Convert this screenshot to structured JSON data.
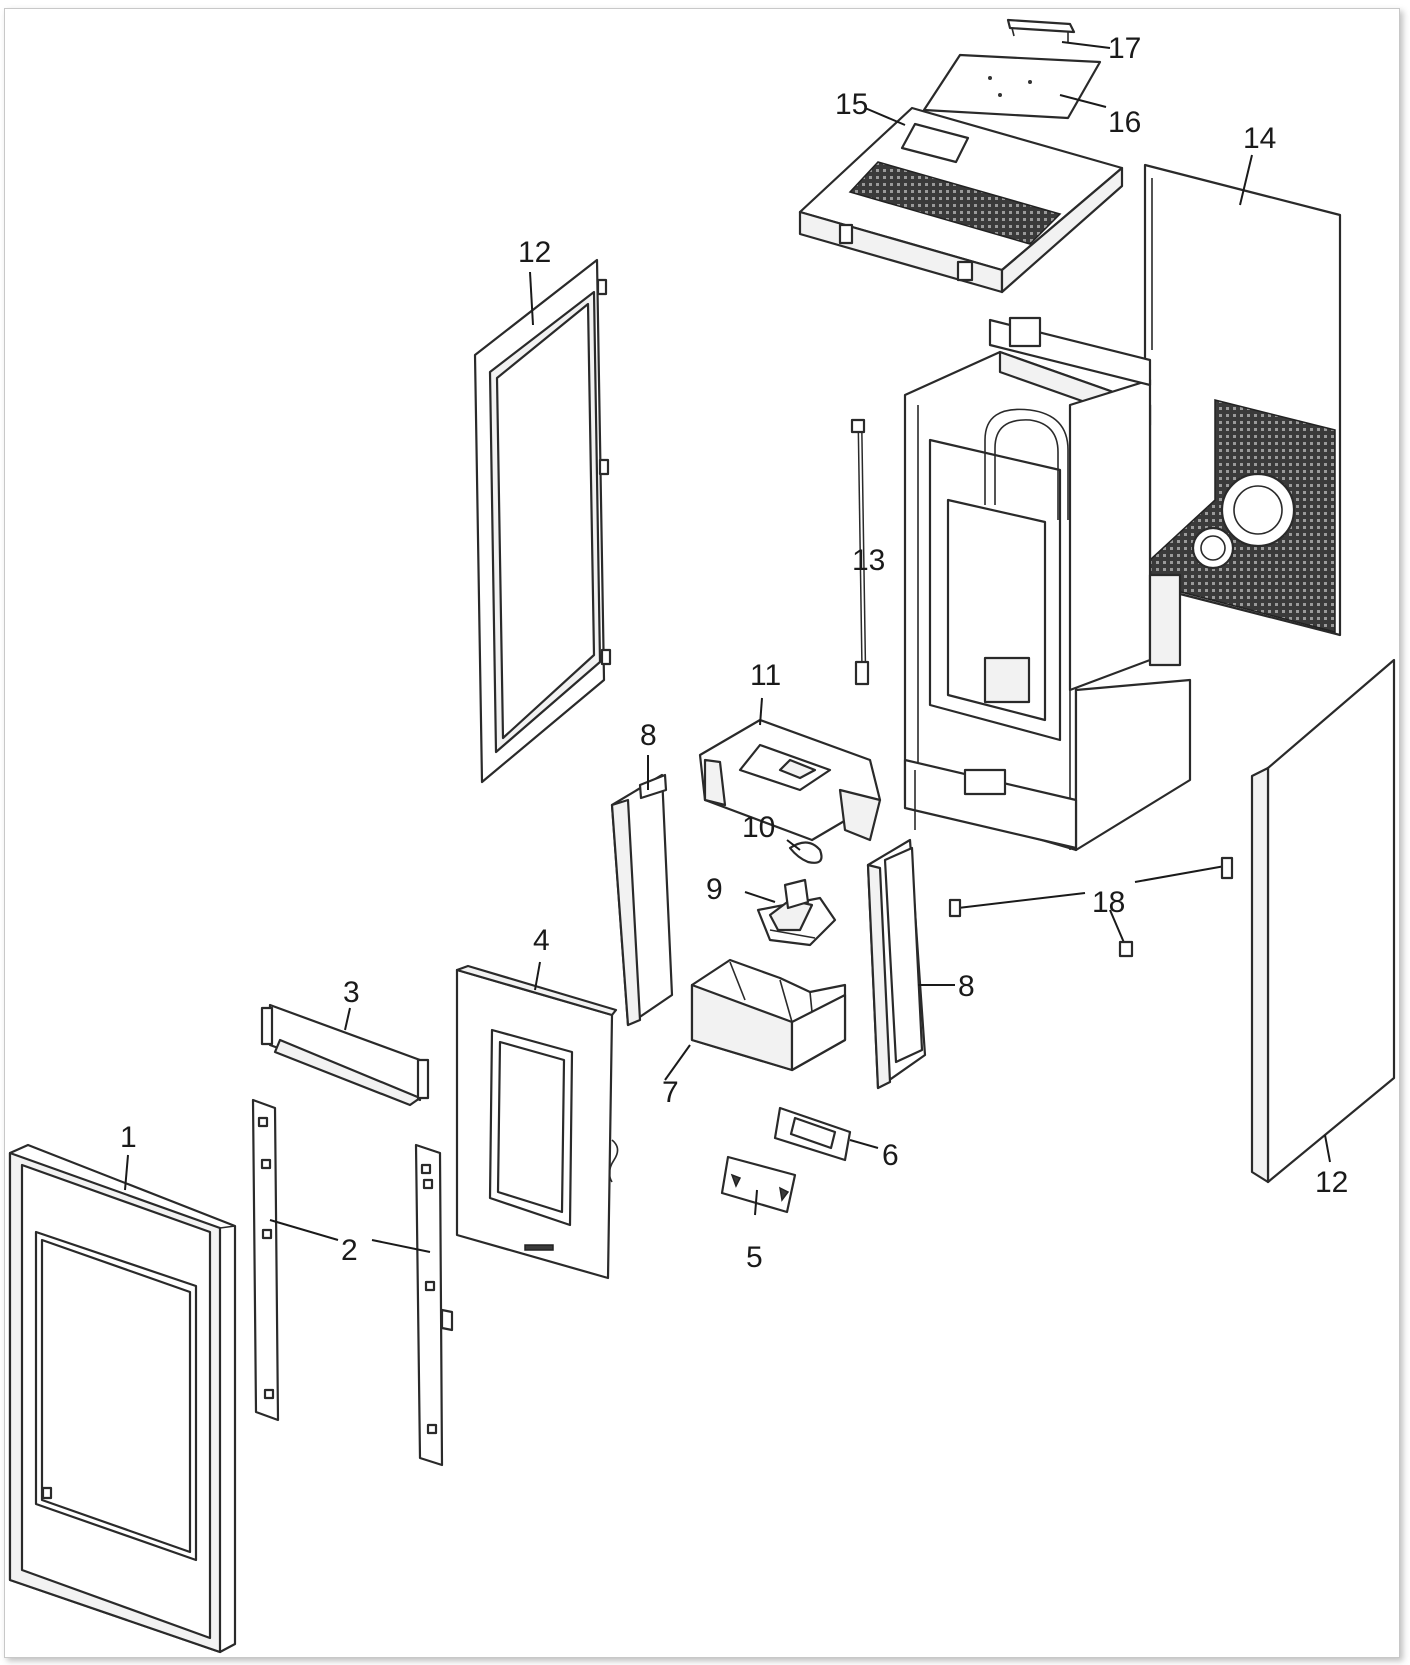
{
  "diagram": {
    "type": "exploded-parts-view",
    "labels": {
      "l1": "1",
      "l2": "2",
      "l3": "3",
      "l4": "4",
      "l5": "5",
      "l6": "6",
      "l7": "7",
      "l8a": "8",
      "l8b": "8",
      "l9": "9",
      "l10": "10",
      "l11": "11",
      "l12a": "12",
      "l12b": "12",
      "l13": "13",
      "l14": "14",
      "l15": "15",
      "l16": "16",
      "l17": "17",
      "l18": "18"
    },
    "colors": {
      "line": "#2a2a2a",
      "grille": "#3a3a3a",
      "background": "#ffffff"
    }
  }
}
